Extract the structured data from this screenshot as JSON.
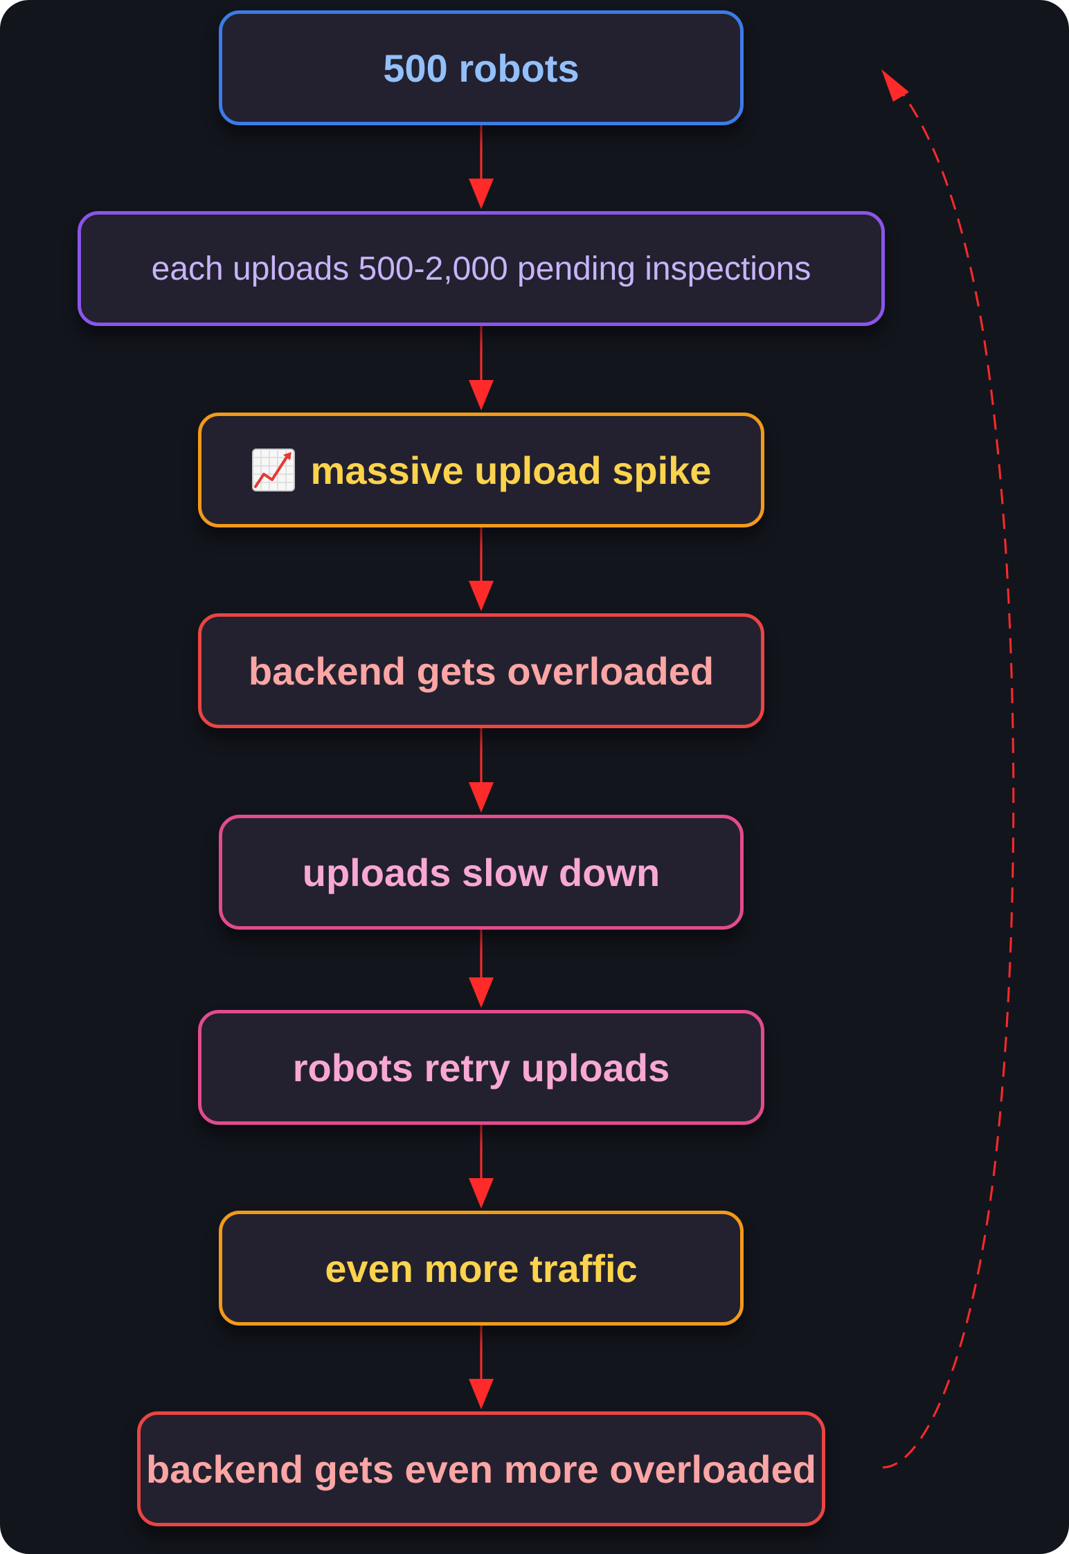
{
  "diagram": {
    "type": "flowchart",
    "accent_colors": {
      "background": "#13151d",
      "node_fill": "#23212f",
      "arrow": "#ff2a2a",
      "blue": "#3b7ce8",
      "purple": "#8b55ea",
      "orange": "#f29a1a",
      "red": "#ea4543",
      "pink": "#e24b8e"
    },
    "nodes": [
      {
        "id": "n1",
        "label": "500 robots"
      },
      {
        "id": "n2",
        "label": "each uploads 500-2,000 pending inspections"
      },
      {
        "id": "n3",
        "label": "massive upload spike",
        "icon": "chart-increasing-icon"
      },
      {
        "id": "n4",
        "label": "backend gets overloaded"
      },
      {
        "id": "n5",
        "label": "uploads slow down"
      },
      {
        "id": "n6",
        "label": "robots retry uploads"
      },
      {
        "id": "n7",
        "label": "even more traffic"
      },
      {
        "id": "n8",
        "label": "backend gets even more overloaded"
      }
    ],
    "edges": [
      {
        "from": "n1",
        "to": "n2",
        "style": "solid"
      },
      {
        "from": "n2",
        "to": "n3",
        "style": "solid"
      },
      {
        "from": "n3",
        "to": "n4",
        "style": "solid"
      },
      {
        "from": "n4",
        "to": "n5",
        "style": "solid"
      },
      {
        "from": "n5",
        "to": "n6",
        "style": "solid"
      },
      {
        "from": "n6",
        "to": "n7",
        "style": "solid"
      },
      {
        "from": "n7",
        "to": "n8",
        "style": "solid"
      },
      {
        "from": "n8",
        "to": "n1",
        "style": "dashed"
      }
    ]
  }
}
